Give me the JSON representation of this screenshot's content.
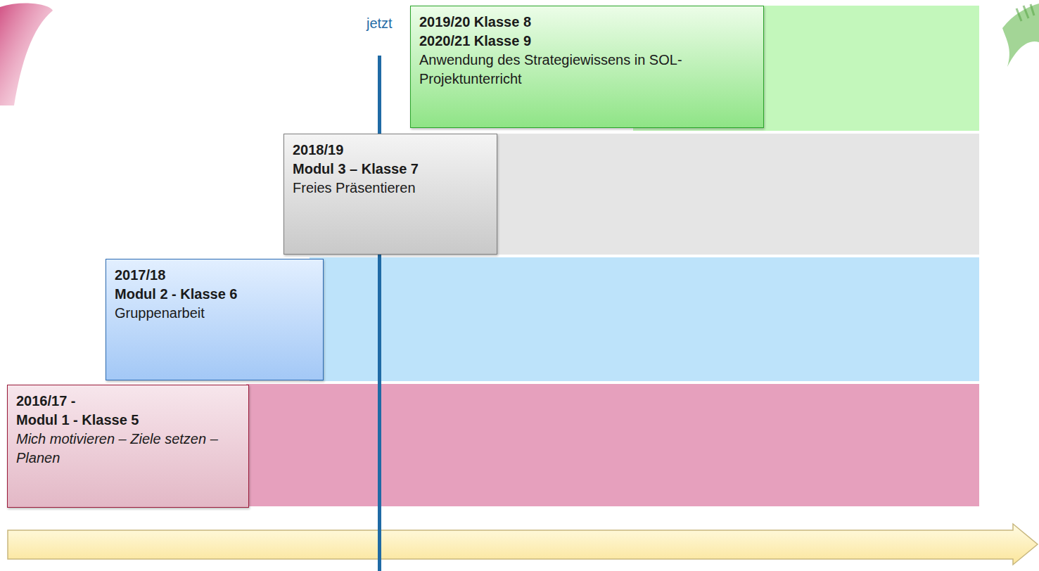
{
  "diagram": {
    "nodes": [
      {
        "text": [
          "2019/20 Klasse 8",
          "2020/21 Klasse 9",
          "Anwendung des Strategiewissens in SOL- Projektunterricht"
        ]
      },
      {
        "text": [
          "2018/19",
          "Modul 3 – Klasse 7",
          "Freies Präsentieren"
        ]
      },
      {
        "text": [
          "2017/18",
          "Modul 2 - Klasse 6",
          "Gruppenarbeit"
        ]
      },
      {
        "text": [
          "2016/17 -",
          "Modul 1 - Klasse 5",
          "Mich motivieren – Ziele setzen – Planen"
        ]
      }
    ],
    "labels": [
      "jetzt"
    ]
  }
}
